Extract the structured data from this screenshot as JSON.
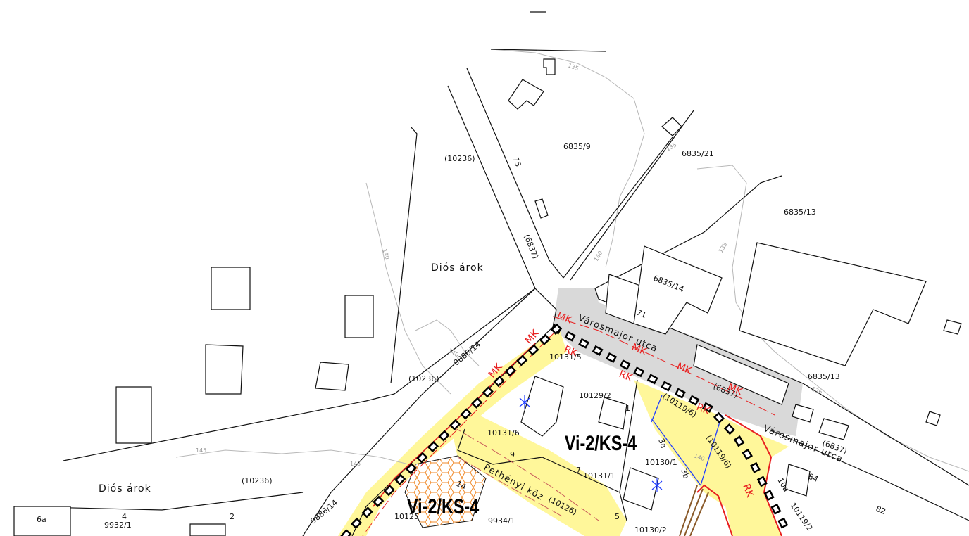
{
  "map": {
    "street_names": {
      "dios_arok_upper": "Diós árok",
      "dios_arok_lower": "Diós árok",
      "varosmajor_upper": "Városmajor utca",
      "varosmajor_lower": "Városmajor utca",
      "pethenyi_koz": "Pethényi köz"
    },
    "zones": {
      "zone_a": "Vi-2/KS-4",
      "zone_b": "Vi-2/KS-4"
    },
    "parcels": {
      "p_10236_a": "(10236)",
      "p_10236_b": "(10236)",
      "p_10236_c": "(10236)",
      "p_6835_9": "6835/9",
      "p_6835_21": "6835/21",
      "p_6835_13_a": "6835/13",
      "p_6835_13_b": "6835/13",
      "p_6835_14": "6835/14",
      "p_6837_a": "(6837)",
      "p_6837_b": "(6837)",
      "p_6837_c": "(6837)",
      "p_9886_14_a": "9886/14",
      "p_9886_14_b": "9886/14",
      "p_10131_5": "10131/5",
      "p_10131_6": "10131/6",
      "p_10131_1": "10131/1",
      "p_10129_2": "10129/2",
      "p_10130_1": "10130/1",
      "p_10130_2": "10130/2",
      "p_10119_6": "(10119/6)",
      "p_10119_6b": "(10119/6)",
      "p_10119_2": "10119/2",
      "p_10125": "10125",
      "p_10126": "(10126)",
      "p_9934_1": "9934/1",
      "p_9932_1": "9932/1"
    },
    "house_numbers": {
      "n75": "75",
      "n71": "71",
      "n84": "84",
      "n82": "82",
      "n1": "1",
      "n3a": "3a",
      "n3b": "3b",
      "n7": "7",
      "n9": "9",
      "n14": "14",
      "n2": "2",
      "n4": "4",
      "n6a": "6a",
      "n10a": "10a",
      "n5": "5"
    },
    "contour_labels": {
      "c135_a": "135",
      "c135_b": "135",
      "c135_c": "135",
      "c136": "136",
      "c140_a": "140",
      "c140_b": "140",
      "c140_c": "140",
      "c140_d": "140",
      "c145_a": "145",
      "c145_b": "145"
    },
    "regulation_marks": {
      "mk": "MK",
      "rk": "RK"
    },
    "colors": {
      "yellow_zone": "#fff79a",
      "grey_street": "#d9d9d9",
      "red_line": "#e82020",
      "blue_line": "#1e3cff",
      "orange_hatch": "#f08a2a",
      "contour_grey": "#b8b8b8"
    }
  }
}
